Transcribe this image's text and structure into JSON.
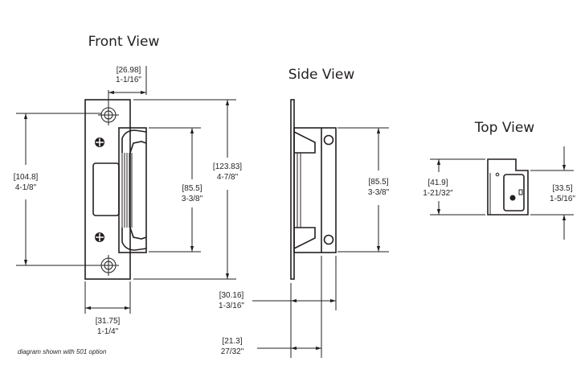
{
  "colors": {
    "ink": "#231f20",
    "background": "#ffffff"
  },
  "front_view": {
    "title": "Front View",
    "dims": {
      "faceplate_offset": {
        "mm": "[26.98]",
        "in": "1-1/16\""
      },
      "screw_spacing": {
        "mm": "[104.8]",
        "in": "4-1/8\""
      },
      "keeper_height": {
        "mm": "[85.5]",
        "in": "3-3/8\""
      },
      "plate_height": {
        "mm": "[123.83]",
        "in": "4-7/8\""
      },
      "plate_width": {
        "mm": "[31.75]",
        "in": "1-1/4\""
      }
    }
  },
  "side_view": {
    "title": "Side View",
    "dims": {
      "body_height": {
        "mm": "[85.5]",
        "in": "3-3/8\""
      },
      "total_depth": {
        "mm": "[30.16]",
        "in": "1-3/16\""
      },
      "keeper_depth": {
        "mm": "[21.3]",
        "in": "27/32\""
      }
    }
  },
  "top_view": {
    "title": "Top View",
    "dims": {
      "overall_depth": {
        "mm": "[41.9]",
        "in": "1-21/32\""
      },
      "body_depth": {
        "mm": "[33.5]",
        "in": "1-5/16\""
      }
    }
  },
  "footnote": "diagram shown with 501 option"
}
